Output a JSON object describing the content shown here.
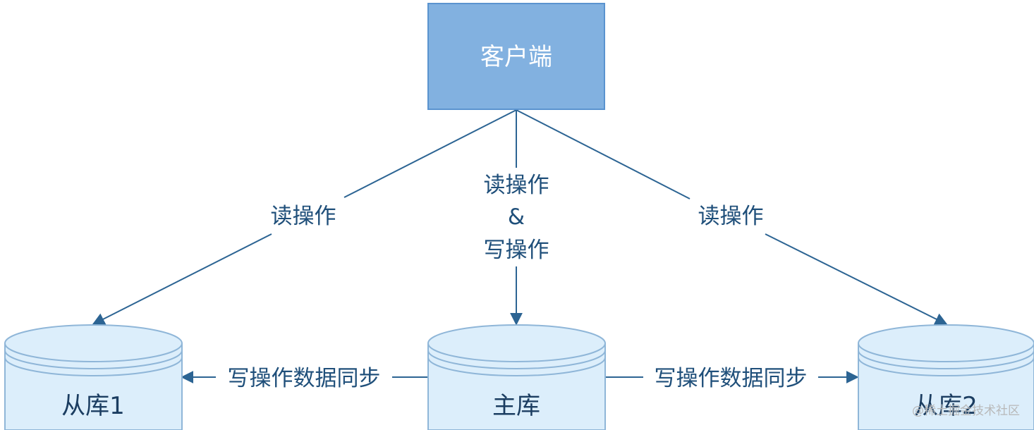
{
  "client": {
    "label": "客户端"
  },
  "databases": {
    "slave1": {
      "label": "从库1"
    },
    "master": {
      "label": "主库"
    },
    "slave2": {
      "label": "从库2"
    }
  },
  "edges": {
    "client_to_slave1": {
      "label": "读操作"
    },
    "client_to_master": {
      "label_line1": "读操作",
      "label_line2": "&",
      "label_line3": "写操作"
    },
    "client_to_slave2": {
      "label": "读操作"
    },
    "master_to_slave1": {
      "label": "写操作数据同步"
    },
    "master_to_slave2": {
      "label": "写操作数据同步"
    }
  },
  "watermark": {
    "text": "@稀土掘金技术社区"
  },
  "colors": {
    "client_fill": "#82b1e0",
    "client_stroke": "#5a93cf",
    "db_fill": "#dceefb",
    "db_stroke": "#8fb6d8",
    "edge": "#2c6493",
    "text": "#1f4f7a"
  }
}
